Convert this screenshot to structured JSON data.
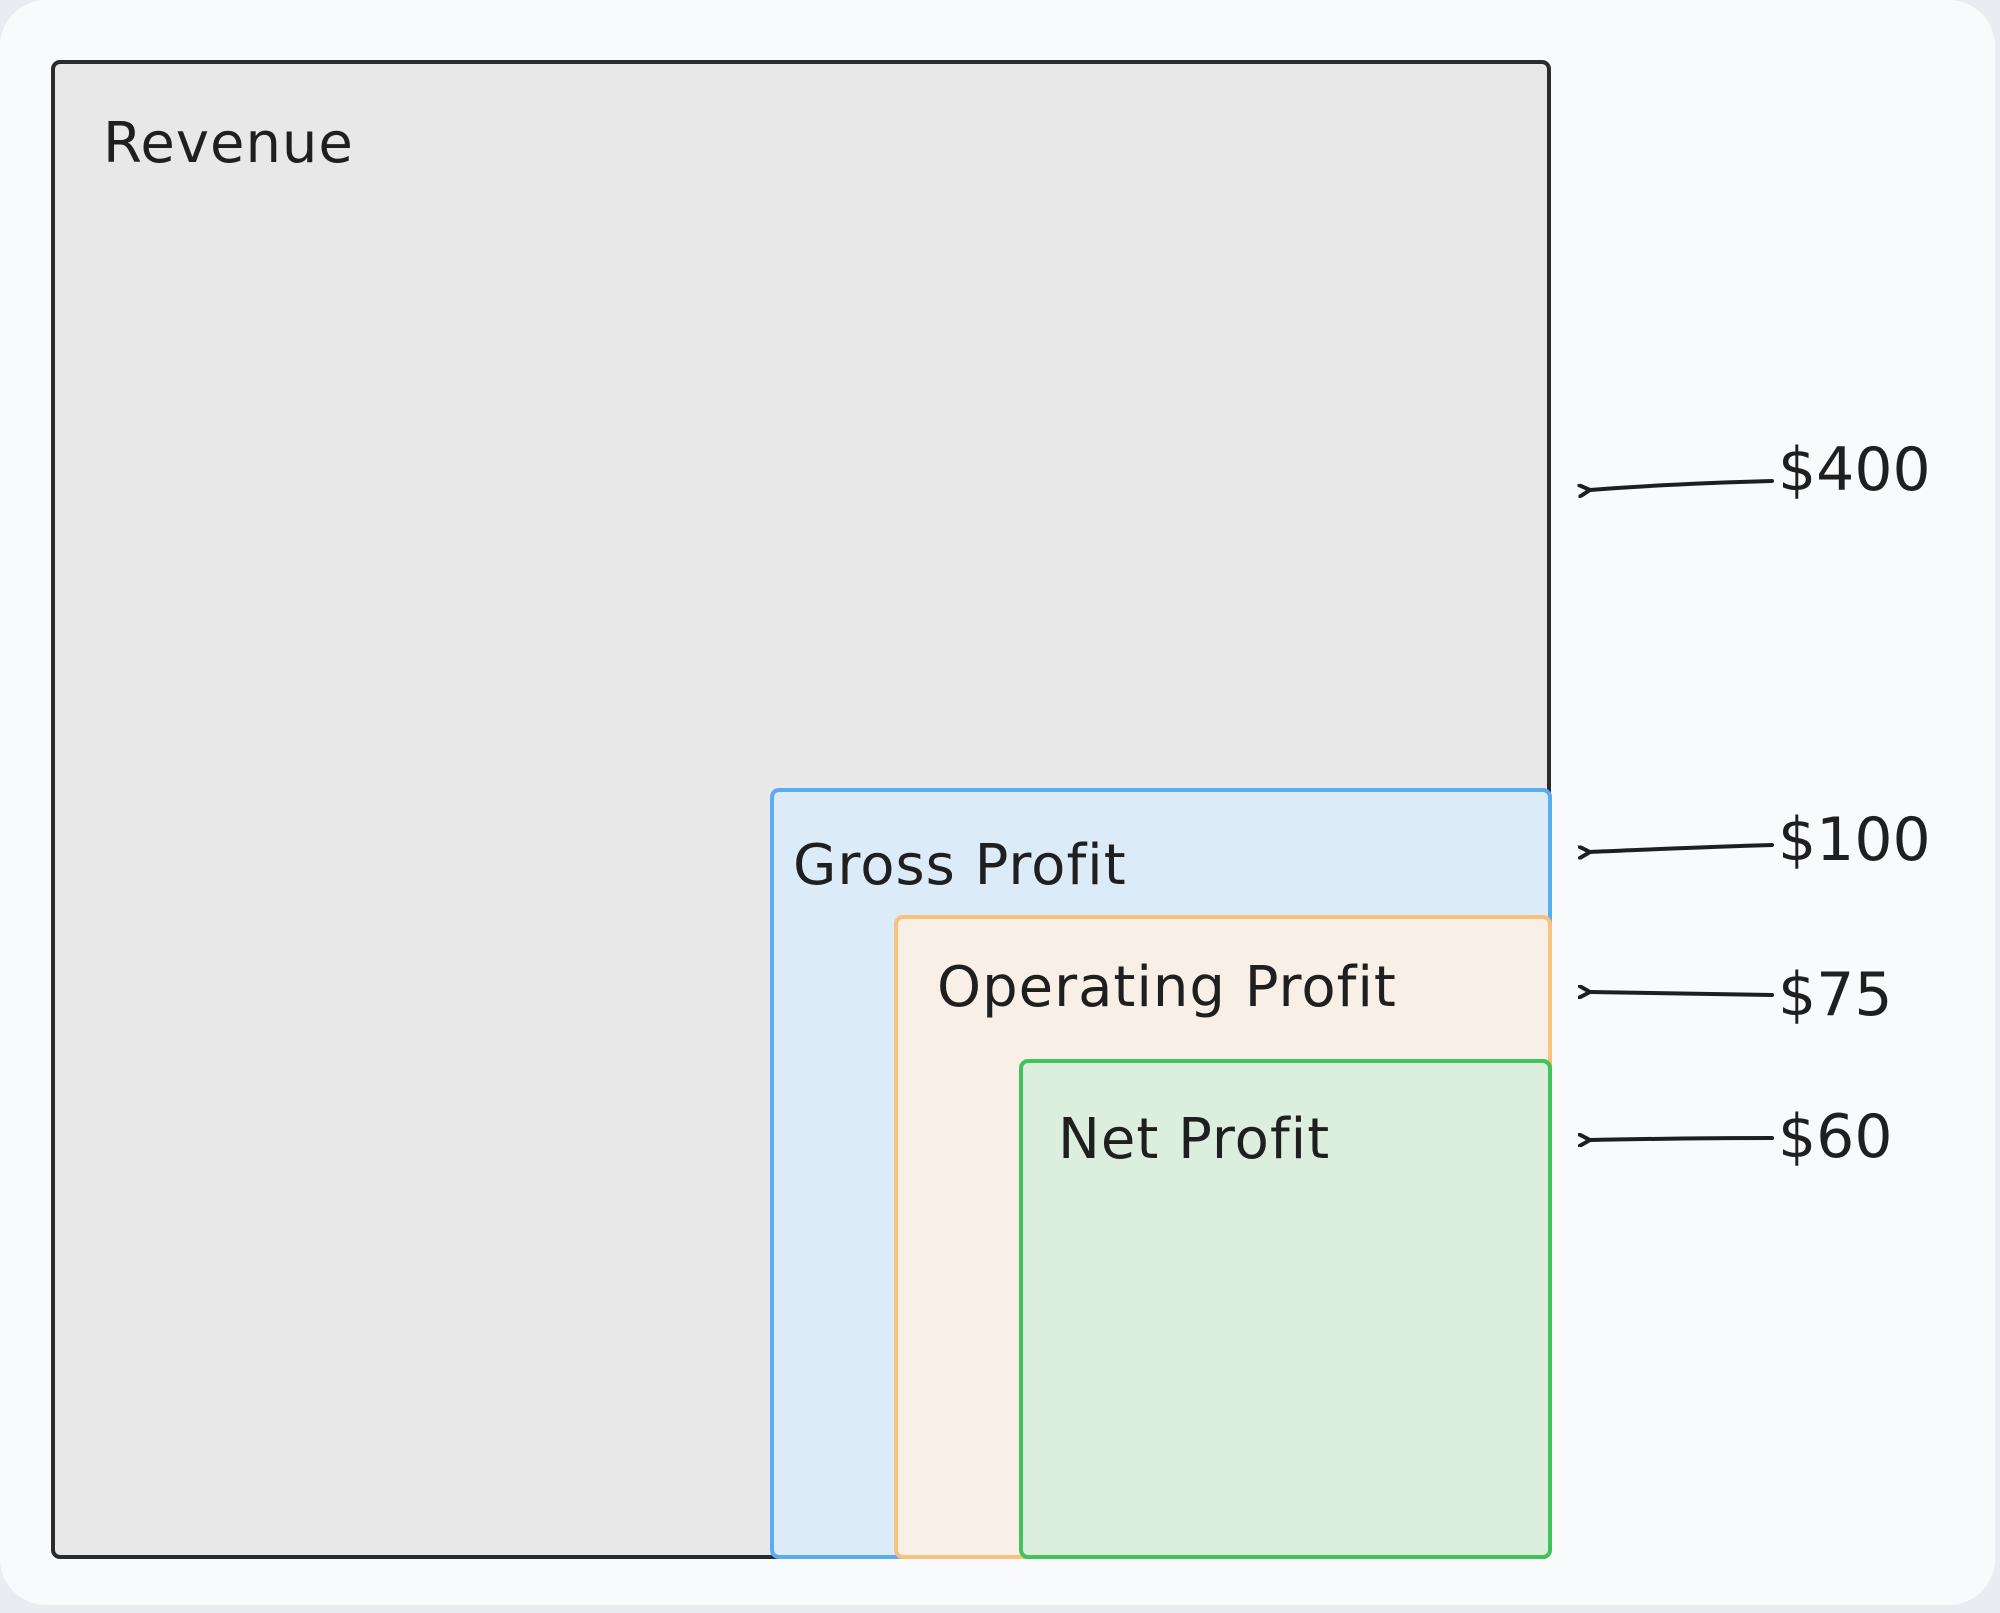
{
  "diagram": {
    "layers": [
      {
        "key": "revenue",
        "label": "Revenue",
        "value_label": "$400",
        "value": 400,
        "fill": "#e8e8e8",
        "stroke": "#2b2b2b"
      },
      {
        "key": "gross",
        "label": "Gross Profit",
        "value_label": "$100",
        "value": 100,
        "fill": "#dcebf8",
        "stroke": "#5aabef"
      },
      {
        "key": "operating",
        "label": "Operating Profit",
        "value_label": "$75",
        "value": 75,
        "fill": "#f8efe6",
        "stroke": "#f7c17e"
      },
      {
        "key": "net",
        "label": "Net Profit",
        "value_label": "$60",
        "value": 60,
        "fill": "#dcefdf",
        "stroke": "#41c35b"
      }
    ]
  }
}
